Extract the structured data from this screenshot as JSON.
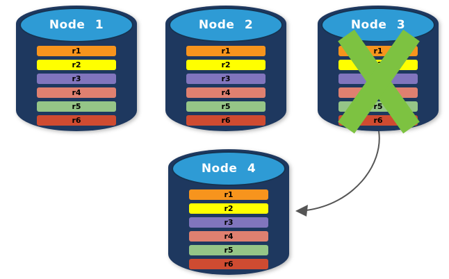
{
  "diagram": {
    "description": "Database replication diagram: four nodes each holding rows r1-r6; Node 3 has failed (green X) and its data is replicated to Node 4 (gray arrow)."
  },
  "styles": {
    "cylinder_body": "#1E385F",
    "cylinder_top": "#2E9BD5",
    "title_color": "#FFFFFF"
  },
  "nodes": [
    {
      "label": "Node 1",
      "status": "active",
      "rows": [
        {
          "label": "r1",
          "color": "#F7941D"
        },
        {
          "label": "r2",
          "color": "#FFFF00"
        },
        {
          "label": "r3",
          "color": "#8175BD"
        },
        {
          "label": "r4",
          "color": "#DF8070"
        },
        {
          "label": "r5",
          "color": "#95C587"
        },
        {
          "label": "r6",
          "color": "#CF4B31"
        }
      ]
    },
    {
      "label": "Node 2",
      "status": "active",
      "rows": [
        {
          "label": "r1",
          "color": "#F7941D"
        },
        {
          "label": "r2",
          "color": "#FFFF00"
        },
        {
          "label": "r3",
          "color": "#8175BD"
        },
        {
          "label": "r4",
          "color": "#DF8070"
        },
        {
          "label": "r5",
          "color": "#95C587"
        },
        {
          "label": "r6",
          "color": "#CF4B31"
        }
      ]
    },
    {
      "label": "Node 3",
      "status": "failed",
      "rows": [
        {
          "label": "r1",
          "color": "#F7941D"
        },
        {
          "label": "r2",
          "color": "#FFFF00"
        },
        {
          "label": "r3",
          "color": "#8175BD"
        },
        {
          "label": "r4",
          "color": "#DF8070"
        },
        {
          "label": "r5",
          "color": "#95C587"
        },
        {
          "label": "r6",
          "color": "#CF4B31"
        }
      ]
    },
    {
      "label": "Node 4",
      "status": "active",
      "rows": [
        {
          "label": "r1",
          "color": "#F7941D"
        },
        {
          "label": "r2",
          "color": "#FFFF00"
        },
        {
          "label": "r3",
          "color": "#8175BD"
        },
        {
          "label": "r4",
          "color": "#DF8070"
        },
        {
          "label": "r5",
          "color": "#95C587"
        },
        {
          "label": "r6",
          "color": "#CF4B31"
        }
      ]
    }
  ],
  "failure_mark": {
    "node": "Node 3",
    "shape": "X",
    "color": "#7DC241"
  },
  "arrow": {
    "from": "Node 3",
    "to": "Node 4",
    "color": "#555555"
  }
}
